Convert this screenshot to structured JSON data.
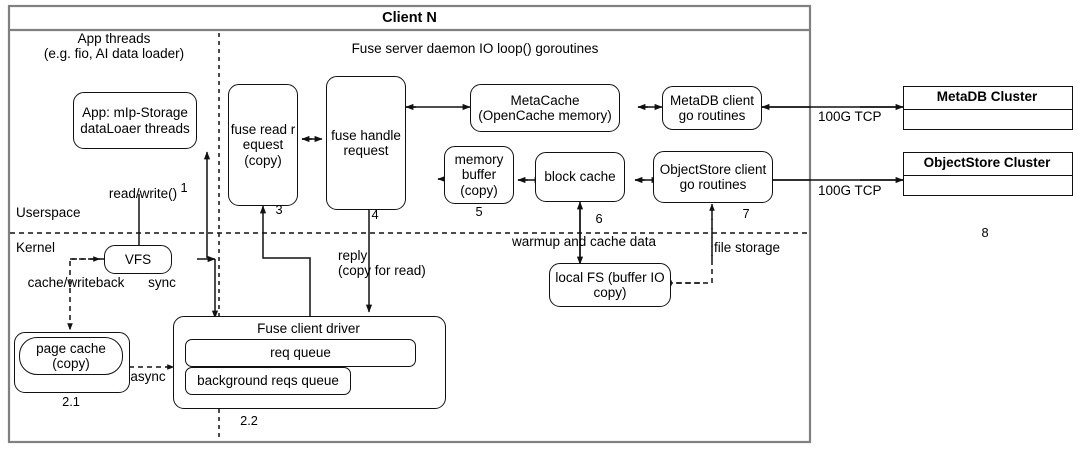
{
  "diagram": {
    "title": "Client N",
    "regions": {
      "app_threads_label": "App threads\n(e.g. fio, AI data loader)",
      "fuse_daemon_label": "Fuse server daemon IO loop() goroutines",
      "userspace_label": "Userspace",
      "kernel_label": "Kernel"
    },
    "nodes": [
      {
        "id": "app",
        "label": "App:\nmIp-Storage\ndataLoaer threads",
        "shape": "rounded"
      },
      {
        "id": "fuse-read-req",
        "label": "fuse read r\nequest\n(copy)",
        "shape": "rounded",
        "index": "3"
      },
      {
        "id": "fuse-handle-req",
        "label": "fuse handle\nrequest",
        "shape": "rounded",
        "index": "4"
      },
      {
        "id": "metacache",
        "label": "MetaCache\n(OpenCache memory)",
        "shape": "rounded"
      },
      {
        "id": "metadb-client",
        "label": "MetaDB client\ngo routines",
        "shape": "rounded"
      },
      {
        "id": "memory-buffer",
        "label": "memory\nbuffer\n(copy)",
        "shape": "rounded",
        "index": "5"
      },
      {
        "id": "block-cache",
        "label": "block cache",
        "shape": "rounded",
        "index": "6"
      },
      {
        "id": "objectstore-client",
        "label": "ObjectStore client\ngo routines",
        "shape": "rounded",
        "index": "7"
      },
      {
        "id": "vfs",
        "label": "VFS",
        "shape": "rounded"
      },
      {
        "id": "page-cache",
        "label": "page cache\n(copy)",
        "shape": "rounded-double",
        "index": "2.1"
      },
      {
        "id": "fuse-client-driver",
        "label": "Fuse client driver",
        "shape": "rounded",
        "index": "2.2"
      },
      {
        "id": "req-queue",
        "label": "req queue",
        "shape": "rounded"
      },
      {
        "id": "background-reqs-queue",
        "label": "background reqs queue",
        "shape": "rounded"
      },
      {
        "id": "local-fs",
        "label": "local FS\n(buffer IO copy)",
        "shape": "rounded"
      },
      {
        "id": "metadb-cluster",
        "label": "MetaDB Cluster",
        "shape": "square"
      },
      {
        "id": "objectstore-cluster",
        "label": "ObjectStore Cluster",
        "shape": "square"
      }
    ],
    "edge_labels": {
      "read_write": "read/write()",
      "read_write_index": "1",
      "sync": "sync",
      "cache_writeback": "cache/writeback",
      "async": "async",
      "reply": "reply\n(copy for read)",
      "warmup": "warmup and cache data",
      "file_storage": "file storage",
      "tcp_meta": "100G TCP",
      "tcp_object": "100G TCP",
      "cluster_index": "8"
    }
  },
  "colors": {
    "stroke": "#111111",
    "frame": "#808080",
    "background": "#ffffff"
  }
}
